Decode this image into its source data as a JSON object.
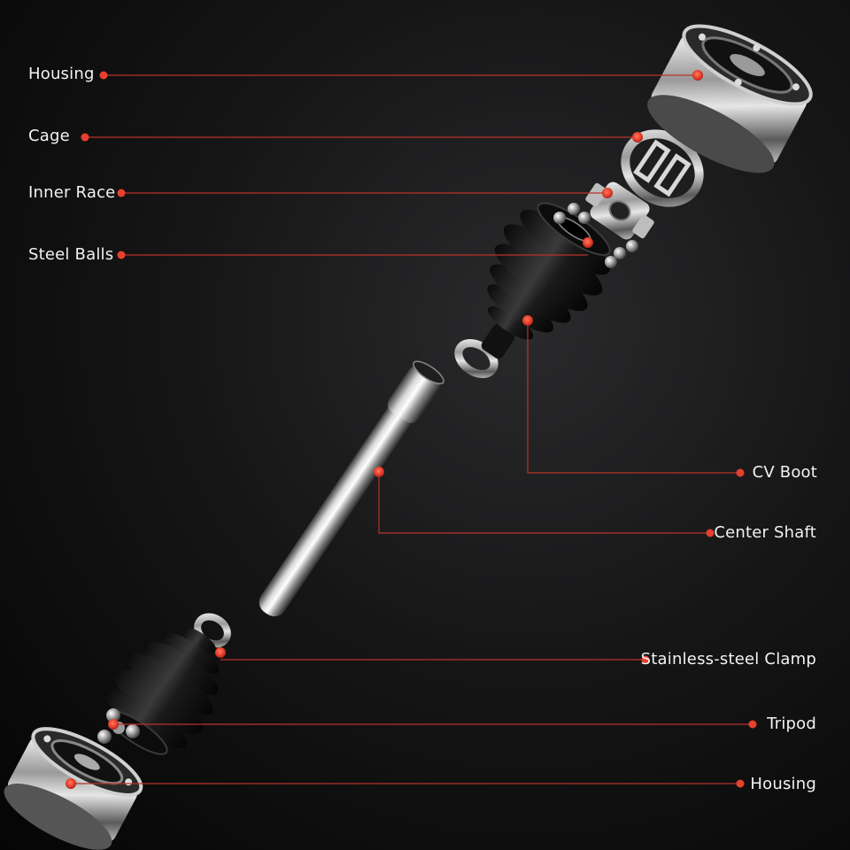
{
  "diagram": {
    "labels": {
      "housing_top": "Housing",
      "cage": "Cage",
      "inner_race": "Inner Race",
      "steel_balls": "Steel Balls",
      "cv_boot": "CV Boot",
      "center_shaft": "Center Shaft",
      "stainless_clamp": "Stainless-steel Clamp",
      "tripod": "Tripod",
      "housing_bottom": "Housing"
    },
    "colors": {
      "accent": "#e8402e",
      "leader": "#b8332a",
      "text": "#f2f2f2",
      "background": "#0a0a0a"
    }
  }
}
